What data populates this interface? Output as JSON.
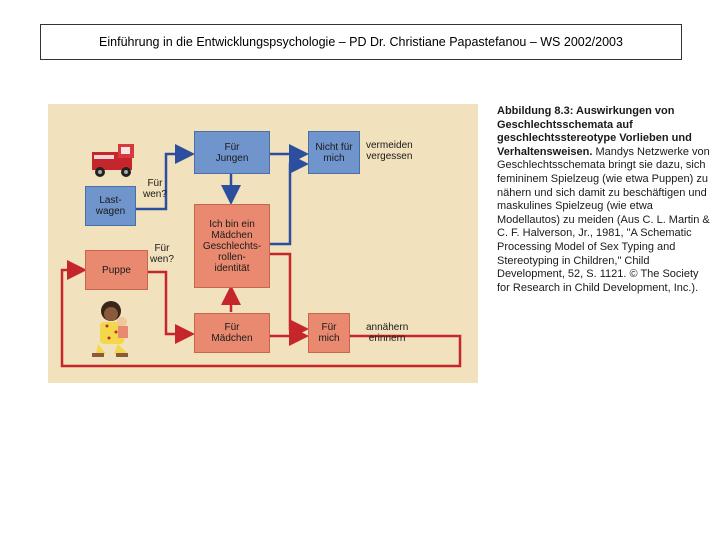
{
  "header": {
    "title": "Einführung in die Entwicklungspsychologie – PD Dr. Christiane Papastefanou – WS 2002/2003"
  },
  "diagram": {
    "nodes": {
      "fuer_jungen": "Für\nJungen",
      "nicht_fuer_mich": "Nicht für\nmich",
      "lastwagen": "Last-\nwagen",
      "ich_bin": "Ich bin ein\nMädchen\nGeschlechts-\nrollen-\nidentität",
      "puppe": "Puppe",
      "fuer_maedchen": "Für\nMädchen",
      "fuer_mich": "Für\nmich"
    },
    "labels": {
      "fuer_wen_1": "Für\nwen?",
      "fuer_wen_2": "Für\nwen?",
      "vermeiden": "vermeiden\nvergessen",
      "annaehern": "annähern\nerinnern"
    },
    "colors": {
      "blue_box": "#6f95cc",
      "salmon_box": "#e98a70",
      "blue_arrow": "#2b4f9e",
      "red_arrow": "#c4262c",
      "background": "#f2e1bd"
    },
    "icons": [
      "toy-truck-icon",
      "child-with-doll-icon"
    ]
  },
  "caption": {
    "heading": "Abbildung 8.3: Auswirkungen von Geschlechtsschemata auf geschlechtsstereotype Vorlieben und Verhaltensweisen.",
    "body": " Mandys Netzwerke von Geschlechtsschemata bringt sie dazu, sich femininem Spielzeug (wie etwa Puppen) zu nähern und sich damit zu beschäftigen und maskulines Spielzeug (wie etwa Modellautos) zu meiden (Aus C. L. Martin & C. F. Halverson, Jr., 1981, \"A Schematic Processing Model of Sex Typing and Stereotyping in Children,\" Child Development, 52, S. 1121. © The Society for Research in Child Development, Inc.)."
  }
}
